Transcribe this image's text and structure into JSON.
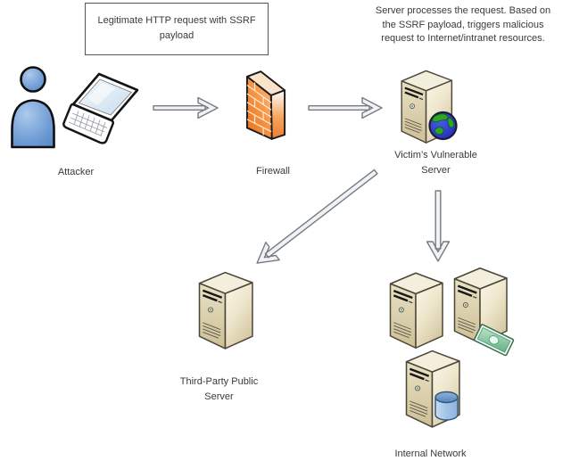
{
  "colors": {
    "background": "#ffffff",
    "text": "#3a3a3a",
    "box_border": "#565656",
    "person_blue": "#6d9bd4",
    "firewall_orange": "#ed7d31",
    "server_beige": "#ddd2ad",
    "globe_blue": "#2433cc",
    "globe_green": "#2ba52b",
    "money_green": "#57a87c",
    "database_blue": "#8fb4dc",
    "arrow_fill": "#eef3fa",
    "arrow_stroke": "#7a7a7a"
  },
  "annotations": {
    "request_box": {
      "lines": [
        "Legitimate HTTP request with SSRF",
        "payload"
      ]
    },
    "server_note": {
      "lines": [
        "Server processes the request. Based on",
        "the SSRF payload, triggers malicious",
        "request to Internet/intranet resources."
      ]
    }
  },
  "nodes": {
    "attacker": {
      "label": "Attacker",
      "icons": [
        "person-icon",
        "laptop-icon"
      ]
    },
    "firewall": {
      "label": "Firewall",
      "icons": [
        "firewall-brick-wall-icon"
      ]
    },
    "victim_server": {
      "label_lines": [
        "Victim’s Vulnerable",
        "Server"
      ],
      "icons": [
        "server-tower-icon",
        "globe-icon"
      ]
    },
    "third_party_server": {
      "label_lines": [
        "Third-Party Public",
        "Server"
      ],
      "icons": [
        "server-tower-icon"
      ]
    },
    "internal_network": {
      "label": "Internal Network",
      "icons": [
        "server-tower-icon",
        "server-tower-icon",
        "server-tower-icon",
        "money-icon",
        "database-icon"
      ]
    }
  },
  "edges": [
    {
      "from": "attacker",
      "to": "firewall"
    },
    {
      "from": "firewall",
      "to": "victim_server"
    },
    {
      "from": "victim_server",
      "to": "third_party_server"
    },
    {
      "from": "victim_server",
      "to": "internal_network"
    }
  ]
}
